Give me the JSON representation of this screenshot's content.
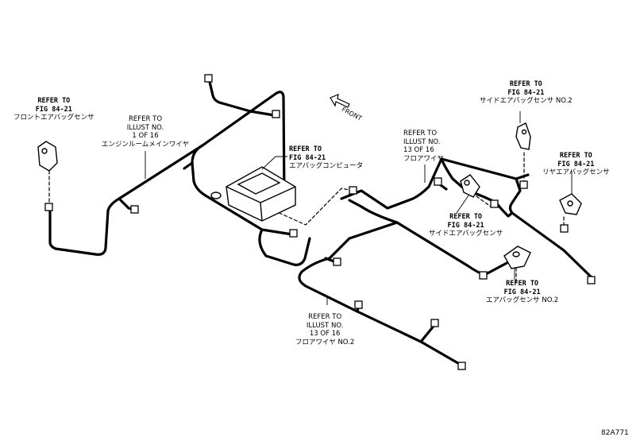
{
  "labels": {
    "front_sensor": {
      "l1": "REFER TO",
      "l2": "FIG 84-21",
      "l3": "フロントエアバッグセンサ"
    },
    "engine_room_harness": {
      "l1": "REFER TO",
      "l2": "ILLUST NO.",
      "l3": "1 OF 16",
      "l4": "エンジンルームメインワイヤ"
    },
    "airbag_computer": {
      "l1": "REFER TO",
      "l2": "FIG 84-21",
      "l3": "エアバッグコンピュータ"
    },
    "floor_harness": {
      "l1": "REFER TO",
      "l2": "ILLUST NO.",
      "l3": "13 OF 16",
      "l4": "フロアワイヤ"
    },
    "side_sensor_no2": {
      "l1": "REFER TO",
      "l2": "FIG 84-21",
      "l3": "サイドエアバッグセンサ NO.2"
    },
    "rear_sensor": {
      "l1": "REFER TO",
      "l2": "FIG 84-21",
      "l3": "リヤエアバッグセンサ"
    },
    "side_sensor": {
      "l1": "REFER TO",
      "l2": "FIG 84-21",
      "l3": "サイドエアバッグセンサ"
    },
    "airbag_sensor_no2": {
      "l1": "REFER TO",
      "l2": "FIG 84-21",
      "l3": "エアバッグセンサ NO.2"
    },
    "floor_harness_no2": {
      "l1": "REFER TO",
      "l2": "ILLUST NO.",
      "l3": "13 OF 16",
      "l4": "フロアワイヤ NO.2"
    }
  },
  "front_arrow": "FRONT",
  "figure_code": "82A771",
  "colors": {
    "line": "#000000",
    "background": "#ffffff"
  }
}
